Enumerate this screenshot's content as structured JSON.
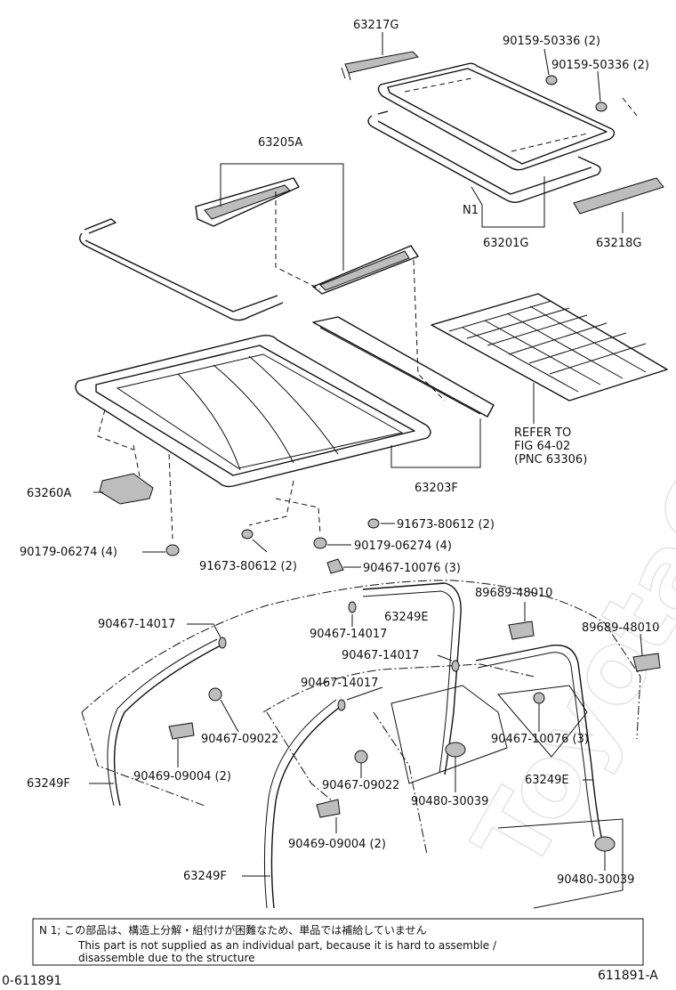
{
  "watermark": "ToyotaCatalog.ru",
  "parts": {
    "p63217G": "63217G",
    "p90159_a": "90159-50336 (2)",
    "p90159_b": "90159-50336 (2)",
    "p63205A": "63205A",
    "pN1": "N1",
    "p63201G": "63201G",
    "p63218G": "63218G",
    "refer": [
      "REFER TO",
      "FIG 64-02",
      "(PNC 63306)"
    ],
    "p63260A": "63260A",
    "p63203F": "63203F",
    "p91673_a": "91673-80612 (2)",
    "p90179_a": "90179-06274 (4)",
    "p90179_b": "90179-06274 (4)",
    "p91673_b": "91673-80612 (2)",
    "p90467_10076_a": "90467-10076 (3)",
    "p89689_a": "89689-48010",
    "p63249E_a": "63249E",
    "p90467_14017_a": "90467-14017",
    "p90467_14017_b": "90467-14017",
    "p89689_b": "89689-48010",
    "p90467_14017_c": "90467-14017",
    "p90467_14017_d": "90467-14017",
    "p90467_09022_a": "90467-09022",
    "p90467_10076_b": "90467-10076 (3)",
    "p90469_a": "90469-09004 (2)",
    "p63249F_a": "63249F",
    "p90467_09022_b": "90467-09022",
    "p63249E_b": "63249E",
    "p90480_a": "90480-30039",
    "p90469_b": "90469-09004 (2)",
    "p63249F_b": "63249F",
    "p90480_b": "90480-30039"
  },
  "note": {
    "jp": "N 1; この部品は、構造上分解・組付けが困難なため、単品では補給していません",
    "en1": "This part is not supplied as an individual part, because it is hard to assemble /",
    "en2": "disassemble due to the structure"
  },
  "footer": {
    "left": "0-611891",
    "right": "611891-A"
  }
}
